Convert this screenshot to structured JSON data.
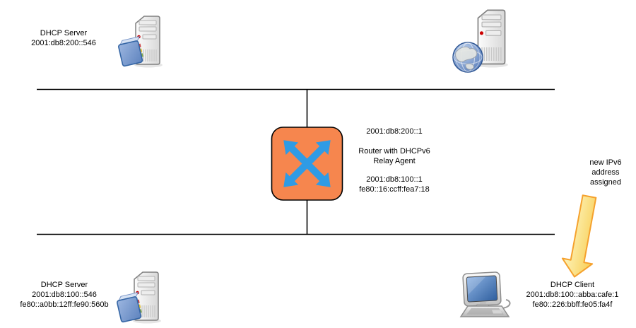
{
  "colors": {
    "router_fill": "#F6864E",
    "router_border": "#000000",
    "router_arrow": "#2F9BE5",
    "segment_line": "#000000",
    "annotation_arrow_fill_light": "#FDF4BC",
    "annotation_arrow_fill_dark": "#F8CE55",
    "annotation_arrow_stroke": "#F5A12D"
  },
  "nodes": {
    "dhcp_server_top_left": {
      "icon": "server-with-book-icon",
      "lines": [
        "DHCP Server",
        "2001:db8:200::546"
      ]
    },
    "web_server_top_right": {
      "icon": "server-with-globe-icon"
    },
    "router": {
      "icon": "router-crossed-arrows-icon",
      "interface_top": "2001:db8:200::1",
      "title_lines": [
        "Router with DHCPv6",
        "Relay Agent"
      ],
      "interface_bottom": [
        "2001:db8:100::1",
        "fe80::16:ccff:fea7:18"
      ]
    },
    "dhcp_server_bottom_left": {
      "icon": "server-with-book-icon",
      "lines": [
        "DHCP Server",
        "2001:db8:100::546",
        "fe80::a0bb:12ff:fe90:560b"
      ]
    },
    "dhcp_client_bottom_right": {
      "icon": "desktop-computer-icon",
      "lines": [
        "DHCP Client",
        "2001:db8:100::abba:cafe:1",
        "fe80::226:bbff:fe05:fa4f"
      ]
    }
  },
  "annotation": {
    "lines": [
      "new IPv6",
      "address",
      "assigned"
    ]
  }
}
